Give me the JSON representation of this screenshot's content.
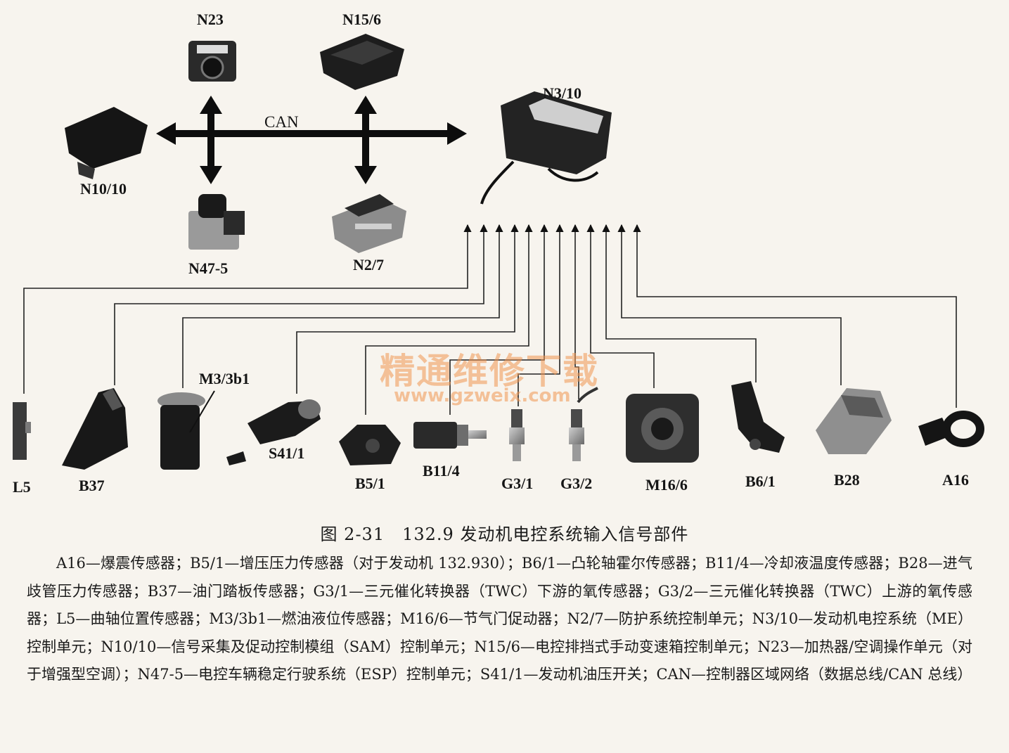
{
  "bus_label": "CAN",
  "labels": {
    "N23": "N23",
    "N15_6": "N15/6",
    "N3_10": "N3/10",
    "N10_10": "N10/10",
    "N47_5": "N47-5",
    "N2_7": "N2/7",
    "M3_3b1": "M3/3b1",
    "L5": "L5",
    "B37": "B37",
    "S41_1": "S41/1",
    "B5_1": "B5/1",
    "B11_4": "B11/4",
    "G3_1": "G3/1",
    "G3_2": "G3/2",
    "M16_6": "M16/6",
    "B6_1": "B6/1",
    "B28": "B28",
    "A16": "A16"
  },
  "watermark": {
    "text": "精通维修下载",
    "url": "www.gzweix.com"
  },
  "caption": {
    "title": "图 2-31　132.9 发动机电控系统输入信号部件",
    "body": "A16—爆震传感器；B5/1—增压压力传感器（对于发动机 132.930）；B6/1—凸轮轴霍尔传感器；B11/4—冷却液温度传感器；B28—进气歧管压力传感器；B37—油门踏板传感器；G3/1—三元催化转换器（TWC）下游的氧传感器；G3/2—三元催化转换器（TWC）上游的氧传感器；L5—曲轴位置传感器；M3/3b1—燃油液位传感器；M16/6—节气门促动器；N2/7—防护系统控制单元；N3/10—发动机电控系统（ME）控制单元；N10/10—信号采集及促动控制模组（SAM）控制单元；N15/6—电控排挡式手动变速箱控制单元；N23—加热器/空调操作单元（对于增强型空调）；N47-5—电控车辆稳定行驶系统（ESP）控制单元；S41/1—发动机油压开关；CAN—控制器区域网络（数据总线/CAN 总线）"
  }
}
